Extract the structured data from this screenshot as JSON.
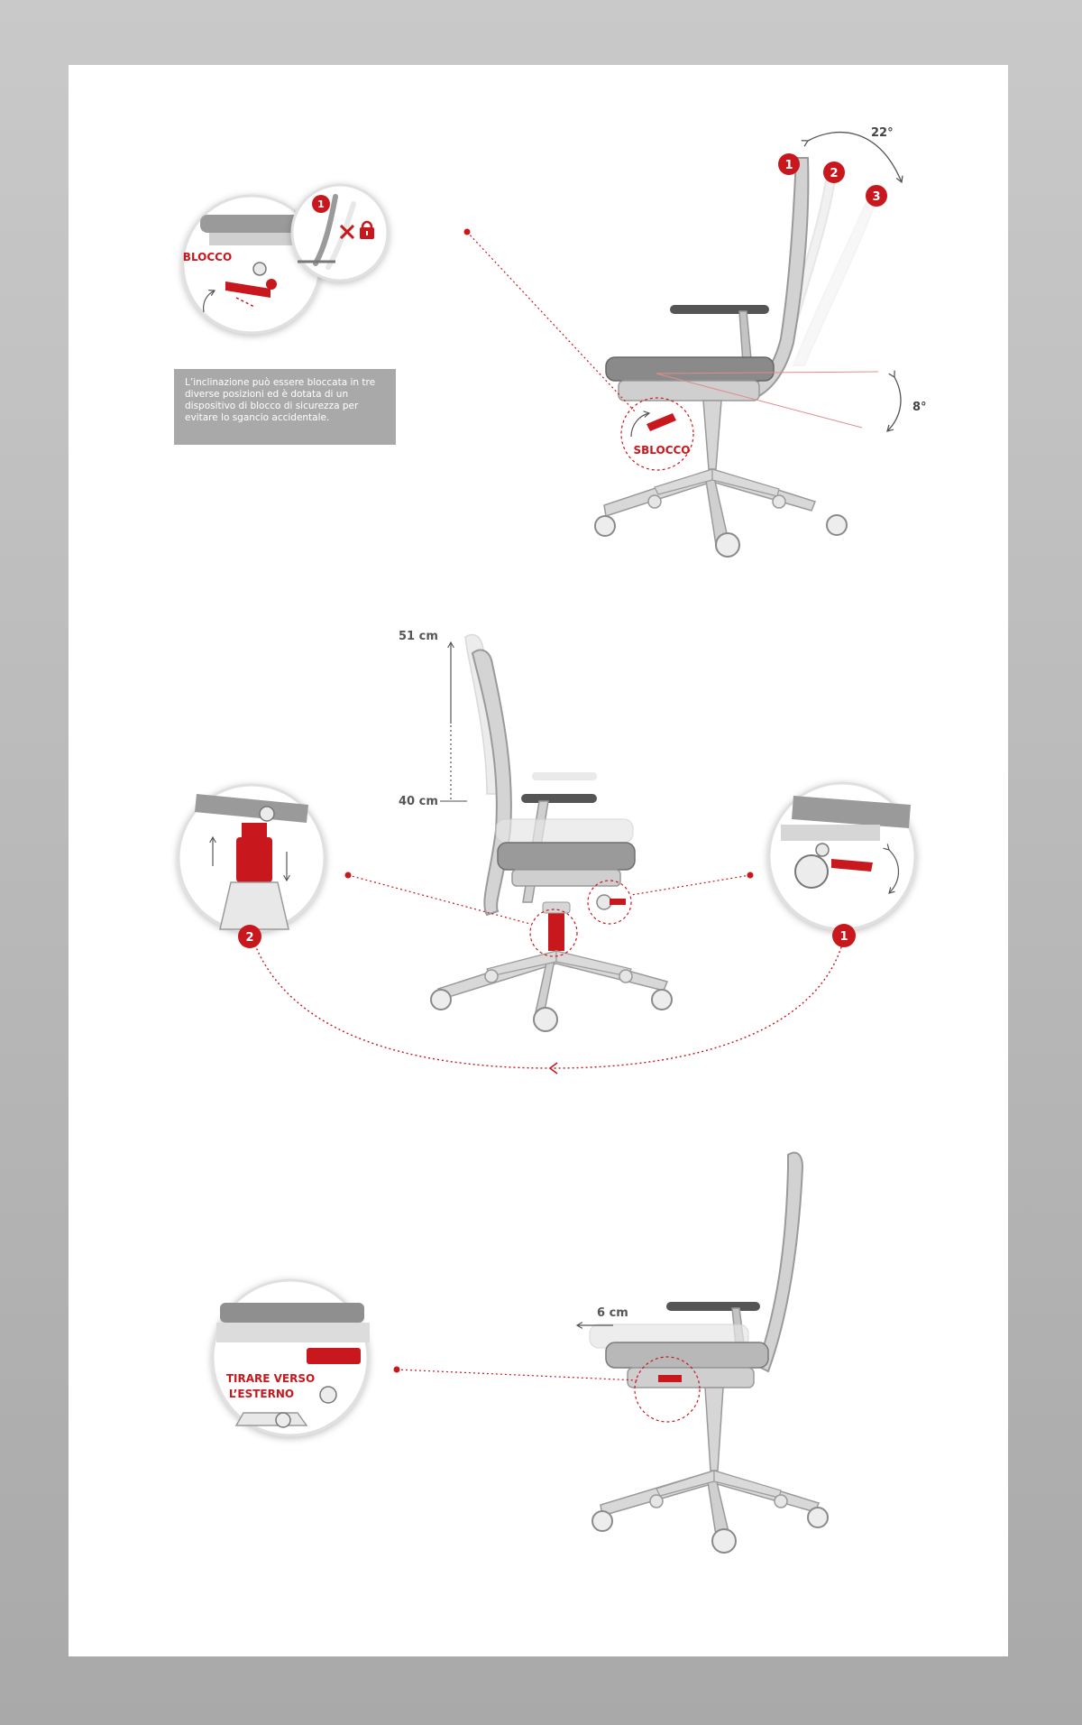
{
  "colors": {
    "accent": "#c8181e",
    "chair": "#c8c8c8",
    "seat": "#777777",
    "note_bg": "#a9a9a9"
  },
  "tilt": {
    "lock_label": "BLOCCO",
    "unlock_label": "SBLOCCO",
    "positions": [
      "1",
      "2",
      "3"
    ],
    "detail_badge": "1",
    "back_angle": "22°",
    "seat_angle": "8°",
    "note": "L’inclinazione può essere bloccata in tre diverse posizioni ed è dotata di un dispositivo di blocco di sicurezza per evitare lo sgancio accidentale.",
    "icons": [
      "lock-icon",
      "cross-icon"
    ]
  },
  "height": {
    "max_label": "51 cm",
    "min_label": "40 cm",
    "lever_badge": "1",
    "gas_badge": "2"
  },
  "depth": {
    "distance_label": "6 cm",
    "instruction_line1": "TIRARE VERSO",
    "instruction_line2": "L’ESTERNO"
  }
}
